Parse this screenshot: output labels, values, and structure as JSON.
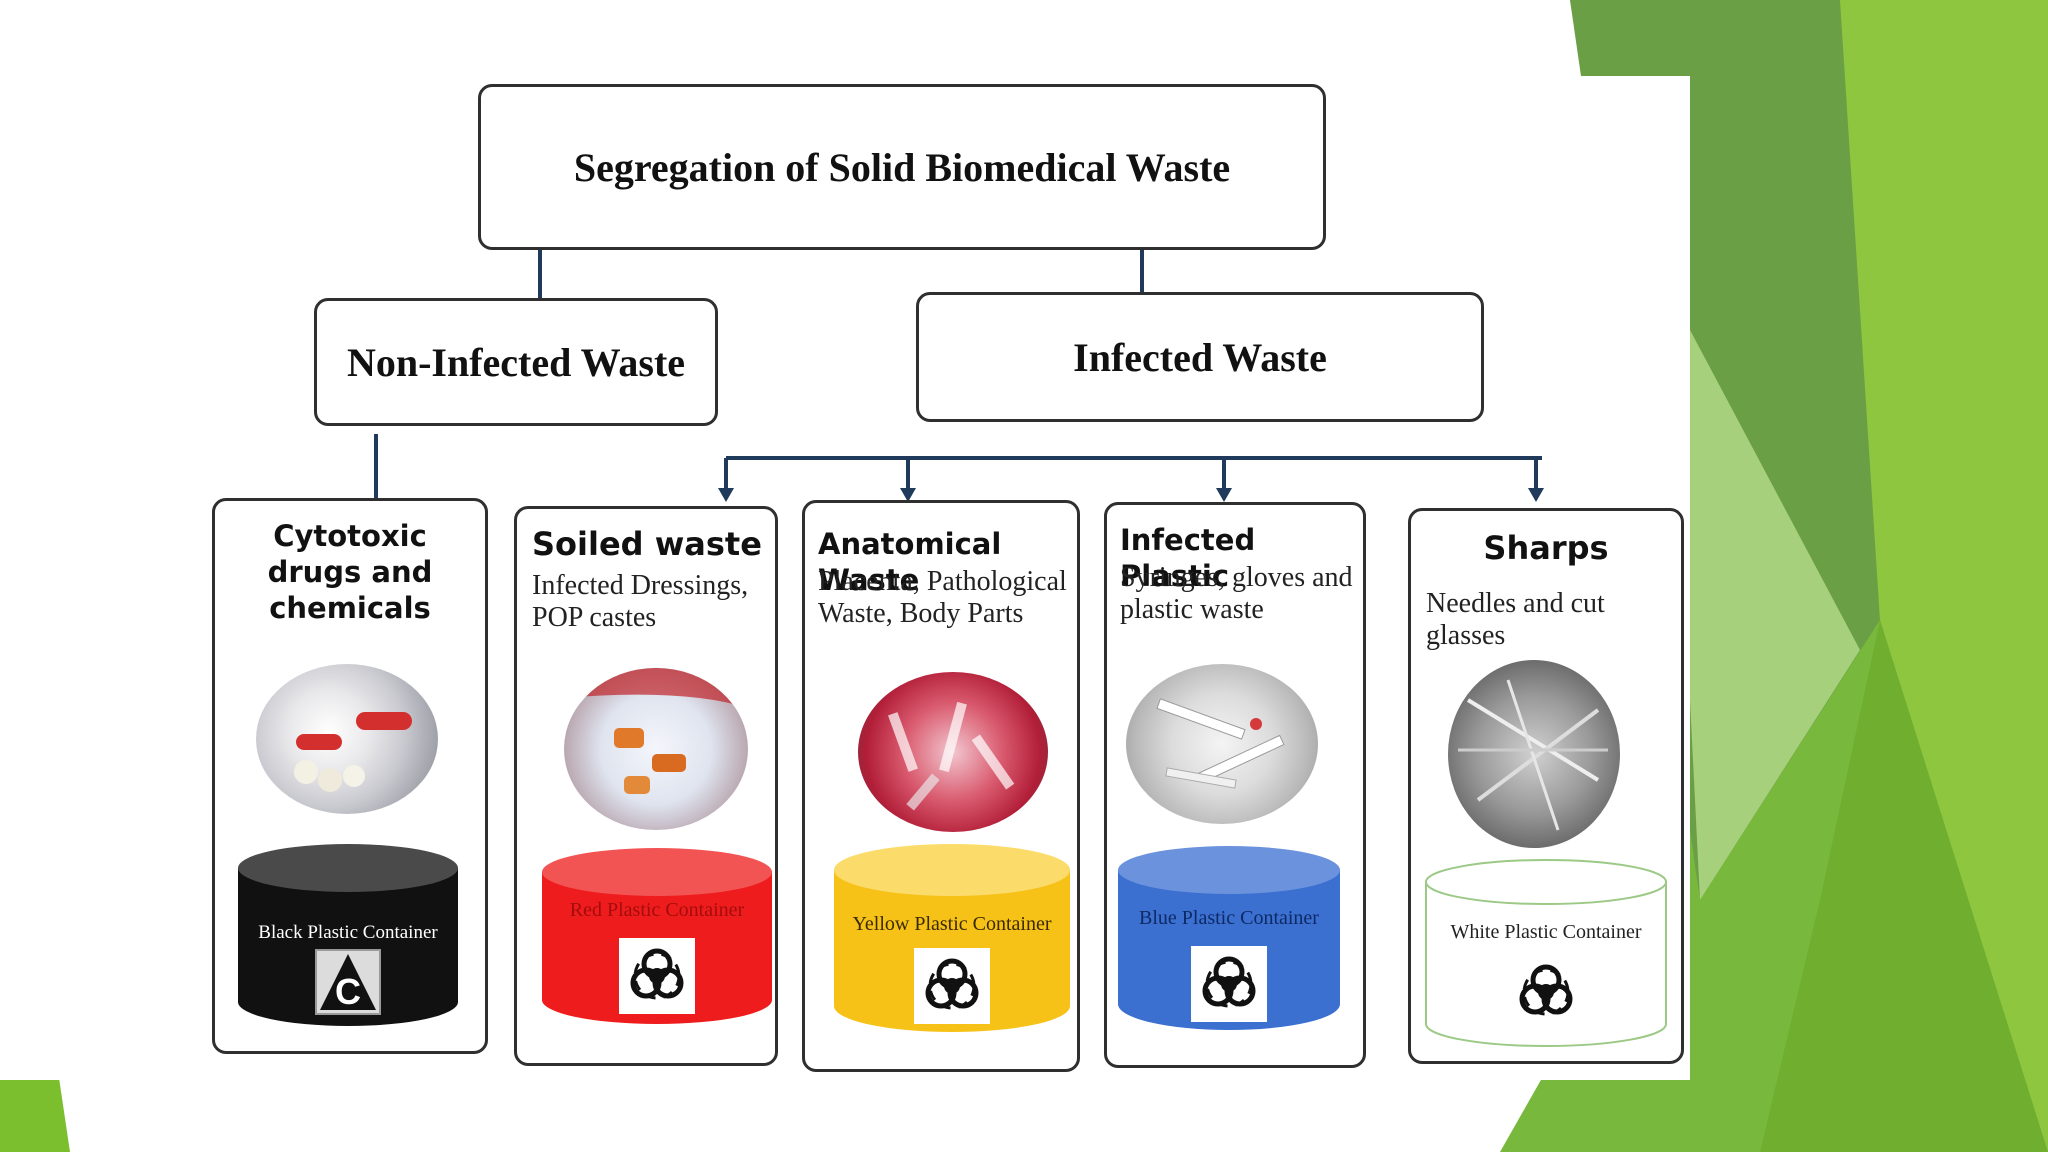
{
  "diagram": {
    "root": {
      "label": "Segregation of Solid Biomedical Waste"
    },
    "branches": [
      {
        "label": "Non-Infected Waste"
      },
      {
        "label": "Infected Waste"
      }
    ],
    "categories": [
      {
        "title": "Cytotoxic drugs and chemicals",
        "description": "",
        "container_label": "Black Plastic Container",
        "container_color": "#111111",
        "symbol": "cytotoxic-c-icon",
        "symbol_text": "C"
      },
      {
        "title": "Soiled waste",
        "description": "Infected Dressings, POP castes",
        "container_label": "Red Plastic Container",
        "container_color": "#ee1c1c",
        "symbol": "biohazard-icon"
      },
      {
        "title": "Anatomical Waste",
        "description": "Placenta, Pathological Waste, Body Parts",
        "container_label": "Yellow Plastic Container",
        "container_color": "#f7c218",
        "symbol": "biohazard-icon"
      },
      {
        "title": "Infected Plastic",
        "description": "Syringes, gloves and plastic waste",
        "container_label": "Blue Plastic Container",
        "container_color": "#3b6fd0",
        "symbol": "biohazard-icon"
      },
      {
        "title": "Sharps",
        "description": "Needles and cut glasses",
        "container_label": "White  Plastic Container",
        "container_color": "#ffffff",
        "symbol": "biohazard-icon"
      }
    ]
  },
  "theme": {
    "accent_green": "#7cbf2e",
    "dark_green": "#5a9a2a",
    "connector": "#1f3a5a"
  }
}
